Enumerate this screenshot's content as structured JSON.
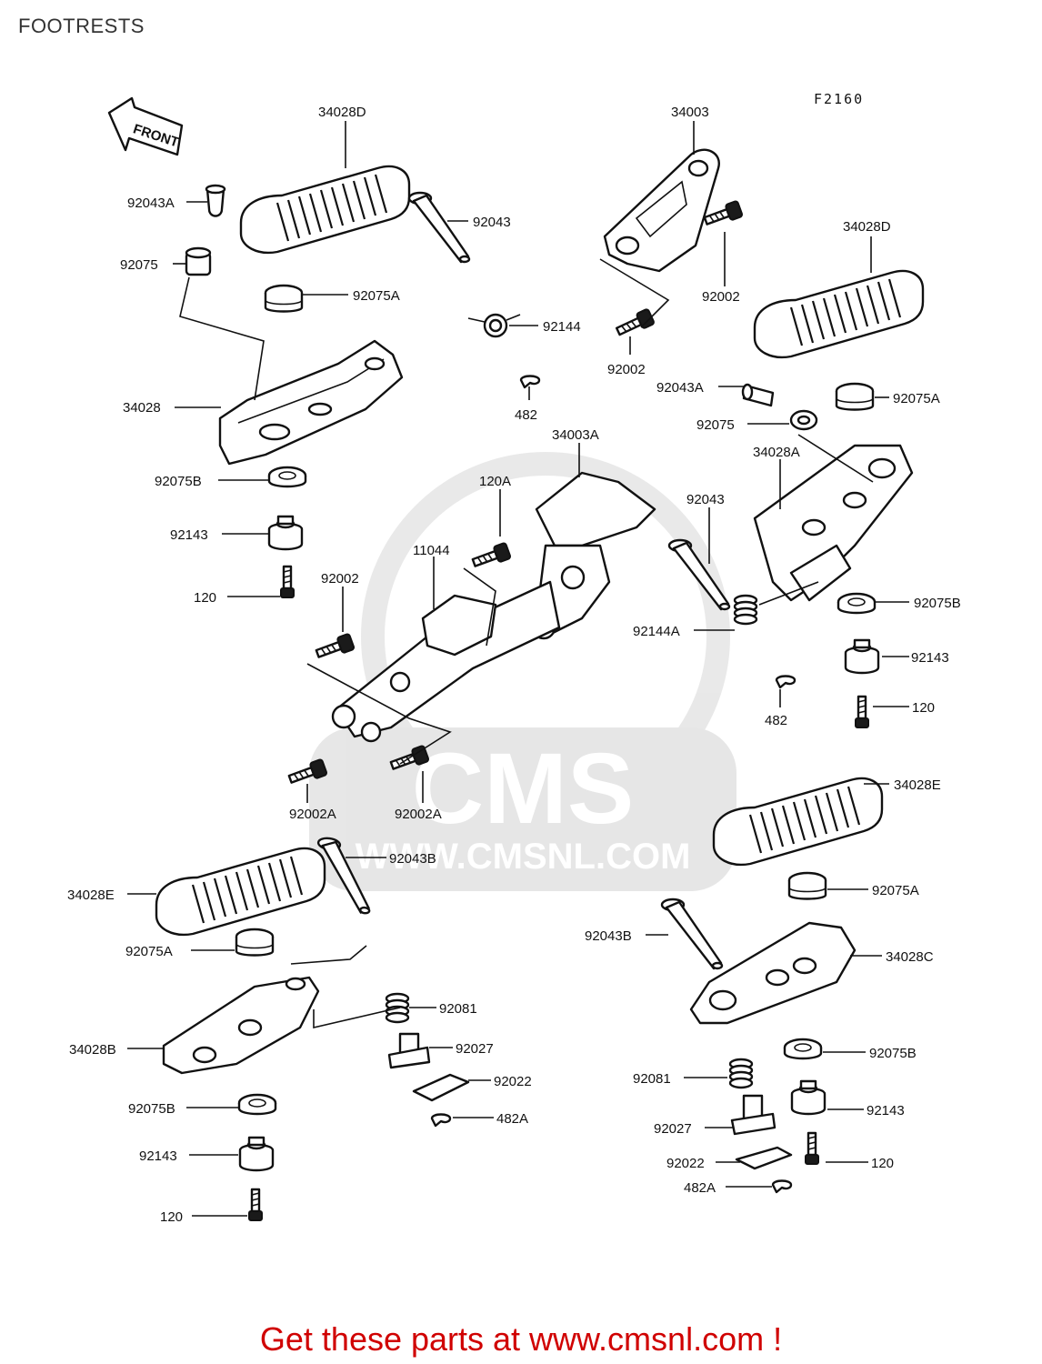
{
  "title": "FOOTRESTS",
  "figure_code": "F2160",
  "front_arrow_label": "FRONT",
  "watermark": {
    "brand": "CMS",
    "url": "WWW.CMSNL.COM"
  },
  "footer": {
    "text": "Get these parts at www.cmsnl.com !",
    "color": "#d00000"
  },
  "callouts": {
    "c34028D_a": "34028D",
    "c34003": "34003",
    "c92043A_a": "92043A",
    "c92043_a": "92043",
    "c92075_a": "92075",
    "c92075A_a": "92075A",
    "c92144": "92144",
    "c34028": "34028",
    "c482_a": "482",
    "c92002_a": "92002",
    "c34028D_b": "34028D",
    "c92002_b": "92002",
    "c92043A_b": "92043A",
    "c92075A_b": "92075A",
    "c92075_b": "92075",
    "c34003A": "34003A",
    "c92075B_a": "92075B",
    "c120A": "120A",
    "c34028A": "34028A",
    "c92043_b": "92043",
    "c92143_a": "92143",
    "c11044": "11044",
    "c120_a": "120",
    "c92002_c": "92002",
    "c92075B_b": "92075B",
    "c92144A": "92144A",
    "c92143_b": "92143",
    "c482_b": "482",
    "c120_b": "120",
    "c92002A_a": "92002A",
    "c92002A_b": "92002A",
    "c34028E_a": "34028E",
    "c92043B_a": "92043B",
    "c34028E_b": "34028E",
    "c92075A_c": "92075A",
    "c92075A_d": "92075A",
    "c92043B_b": "92043B",
    "c34028C": "34028C",
    "c92081_a": "92081",
    "c34028B": "34028B",
    "c92027_a": "92027",
    "c92075B_c": "92075B",
    "c92022_a": "92022",
    "c92081_b": "92081",
    "c92143_c": "92143",
    "c482A_a": "482A",
    "c92075B_d": "92075B",
    "c92027_b": "92027",
    "c92143_d": "92143",
    "c92022_b": "92022",
    "c120_c": "120",
    "c482A_b": "482A",
    "c120_d": "120"
  }
}
